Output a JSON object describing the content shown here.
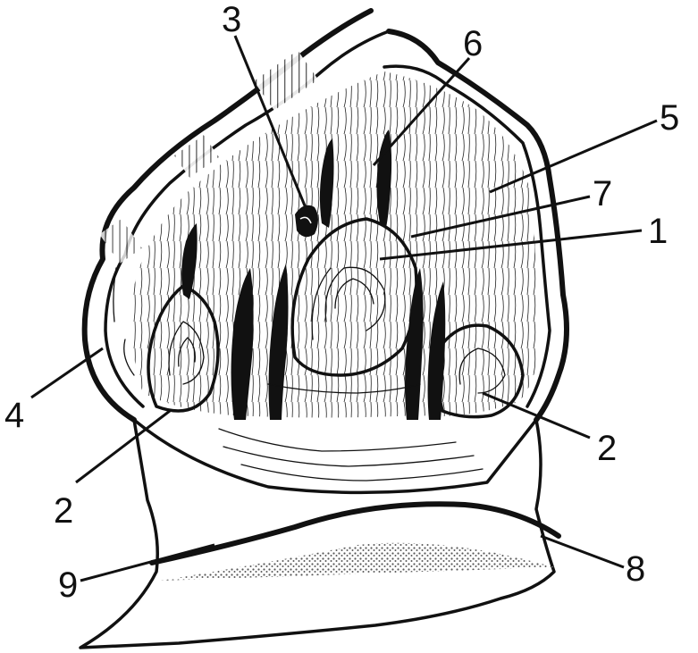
{
  "figure": {
    "labels": [
      {
        "id": "label-1",
        "text": "1"
      },
      {
        "id": "label-2-left",
        "text": "2"
      },
      {
        "id": "label-2-right",
        "text": "2"
      },
      {
        "id": "label-3",
        "text": "3"
      },
      {
        "id": "label-4",
        "text": "4"
      },
      {
        "id": "label-5",
        "text": "5"
      },
      {
        "id": "label-6",
        "text": "6"
      },
      {
        "id": "label-7",
        "text": "7"
      },
      {
        "id": "label-8",
        "text": "8"
      },
      {
        "id": "label-9",
        "text": "9"
      }
    ]
  }
}
